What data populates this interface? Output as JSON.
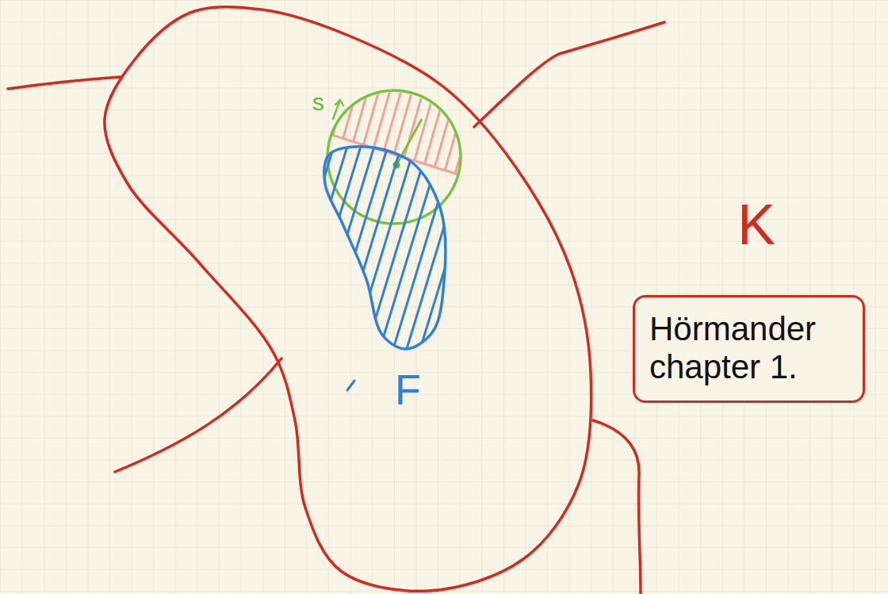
{
  "diagram": {
    "nodes": [
      {
        "text": [
          "K"
        ]
      },
      {
        "text": [
          "F"
        ],
        "in": 0
      },
      {
        "text": [
          "Hörmander chapter 1."
        ]
      }
    ],
    "labels": [
      "s"
    ]
  }
}
